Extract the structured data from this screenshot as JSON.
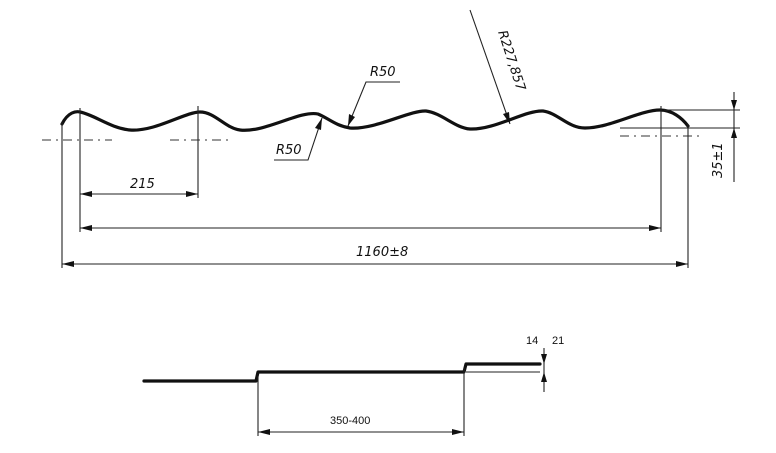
{
  "top_view": {
    "dim_pitch": "215",
    "dim_total": "1160±8",
    "dim_radius_top": "R50",
    "dim_radius_bottom": "R50",
    "dim_radius_large": "R227,857",
    "dim_height": "35±1"
  },
  "bottom_view": {
    "dim_step_length": "350-400",
    "dim_step_a": "14",
    "dim_step_b": "21"
  }
}
